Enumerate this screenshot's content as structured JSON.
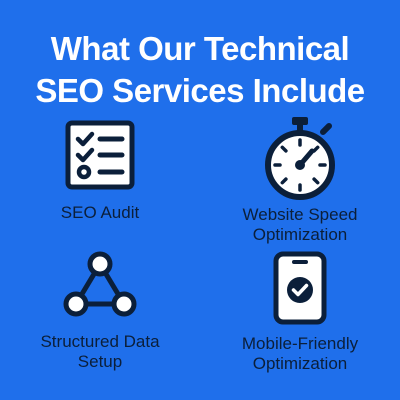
{
  "title": {
    "line1": "What Our Technical",
    "line2": "SEO Services Include"
  },
  "colors": {
    "background": "#1f6feb",
    "icon_stroke": "#0b1f3a",
    "icon_fill": "#ffffff",
    "title_text": "#ffffff",
    "label_text": "#0b1f3a"
  },
  "services": [
    {
      "icon": "checklist-icon",
      "label_lines": [
        "SEO Audit"
      ]
    },
    {
      "icon": "stopwatch-icon",
      "label_lines": [
        "Website Speed",
        "Optimization"
      ]
    },
    {
      "icon": "network-triangle-icon",
      "label_lines": [
        "Structured Data",
        "Setup"
      ]
    },
    {
      "icon": "smartphone-check-icon",
      "label_lines": [
        "Mobile-Friendly",
        "Optimization"
      ]
    }
  ]
}
